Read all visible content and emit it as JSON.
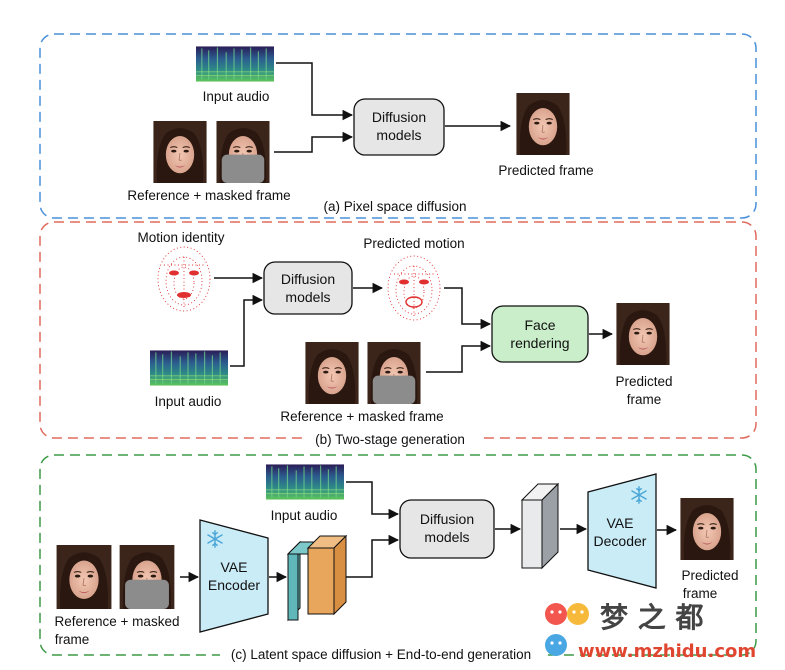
{
  "panel_a": {
    "caption": "(a) Pixel space diffusion",
    "input_audio": "Input audio",
    "diffusion_l1": "Diffusion",
    "diffusion_l2": "models",
    "reference": "Reference + masked frame",
    "predicted": "Predicted frame",
    "border_color": "#4a90d9"
  },
  "panel_b": {
    "caption": "(b) Two-stage generation",
    "motion_identity": "Motion identity",
    "predicted_motion": "Predicted motion",
    "diffusion_l1": "Diffusion",
    "diffusion_l2": "models",
    "face_l1": "Face",
    "face_l2": "rendering",
    "input_audio": "Input audio",
    "reference": "Reference + masked frame",
    "predicted_l1": "Predicted",
    "predicted_l2": "frame",
    "border_color": "#e06a5e"
  },
  "panel_c": {
    "caption": "(c) Latent space diffusion + End-to-end generation",
    "input_audio": "Input audio",
    "diffusion_l1": "Diffusion",
    "diffusion_l2": "models",
    "vae_enc_l1": "VAE",
    "vae_enc_l2": "Encoder",
    "vae_dec_l1": "VAE",
    "vae_dec_l2": "Decoder",
    "reference_l1": "Reference + masked",
    "reference_l2": "frame",
    "predicted_l1": "Predicted",
    "predicted_l2": "frame",
    "border_color": "#3c9a46"
  },
  "watermark": {
    "title": "梦 之 都",
    "url": "www.mzhidu.com"
  },
  "colors": {
    "diffusion_box": "#e6e6e6",
    "face_box": "#c9eec9",
    "vae": "#c9ecf7",
    "latent_teal": "#5fb7b9",
    "latent_orange": "#e8a65c",
    "motion_dots": "#e03030"
  }
}
